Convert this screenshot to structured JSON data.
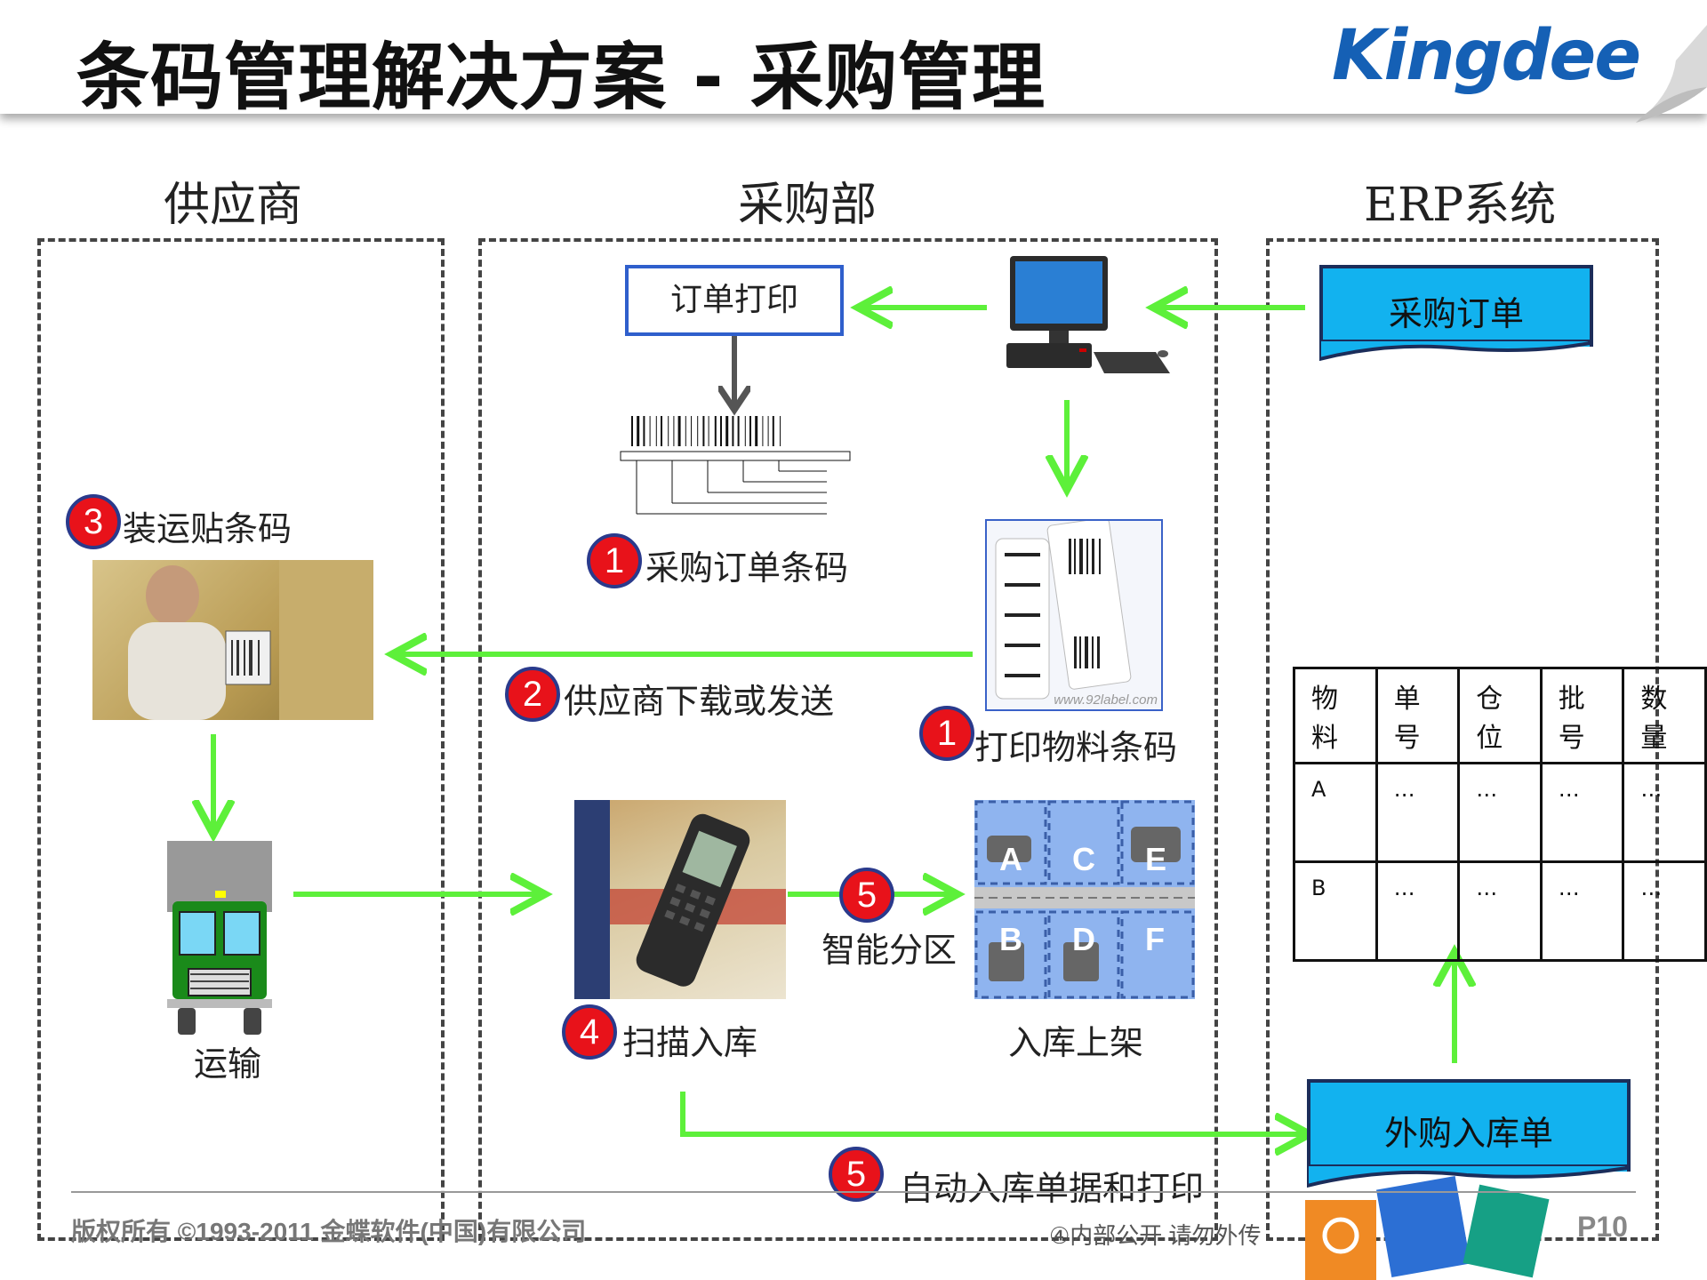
{
  "header": {
    "title": "条码管理解决方案 - 采购管理",
    "logo": "Kingdee"
  },
  "columns": {
    "supplier": "供应商",
    "purchasing": "采购部",
    "erp": "ERP系统"
  },
  "erp": {
    "purchase_order": "采购订单",
    "receipt_doc": "外购入库单",
    "table": {
      "headers": [
        [
          "物",
          "料"
        ],
        [
          "单",
          "号"
        ],
        [
          "仓",
          "位"
        ],
        [
          "批",
          "号"
        ],
        [
          "数",
          "量"
        ]
      ],
      "rows": [
        [
          "A",
          "…",
          "…",
          "…",
          "…"
        ],
        [
          "B",
          "…",
          "…",
          "…",
          "…"
        ]
      ]
    }
  },
  "purchasing": {
    "order_print": "订单打印",
    "po_barcode": {
      "num": "1",
      "label": "采购订单条码"
    },
    "print_material": {
      "num": "1",
      "label": "打印物料条码"
    },
    "supplier_send": {
      "num": "2",
      "label": "供应商下载或发送"
    },
    "scan_in": {
      "num": "4",
      "label": "扫描入库"
    },
    "smart_zone": {
      "num": "5",
      "label": "智能分区"
    },
    "shelving": "入库上架",
    "auto_receipt": {
      "num": "5",
      "label": "自动入库单据和打印"
    },
    "label_watermark": "www.92label.com",
    "zones": [
      "A",
      "C",
      "E",
      "B",
      "D",
      "F"
    ]
  },
  "supplier": {
    "ship_barcode": {
      "num": "3",
      "label": "装运贴条码"
    },
    "transport": "运输"
  },
  "footer": {
    "copyright": "版权所有 ©1993-2011 金蝶软件(中国)有限公司",
    "notice": "④内部公开 请勿外传",
    "page": "P10"
  },
  "colors": {
    "arrow_green": "#5df03a",
    "badge_red": "#e8121a",
    "doc_blue": "#12b2ef",
    "print_box_border": "#2f5fcc"
  }
}
